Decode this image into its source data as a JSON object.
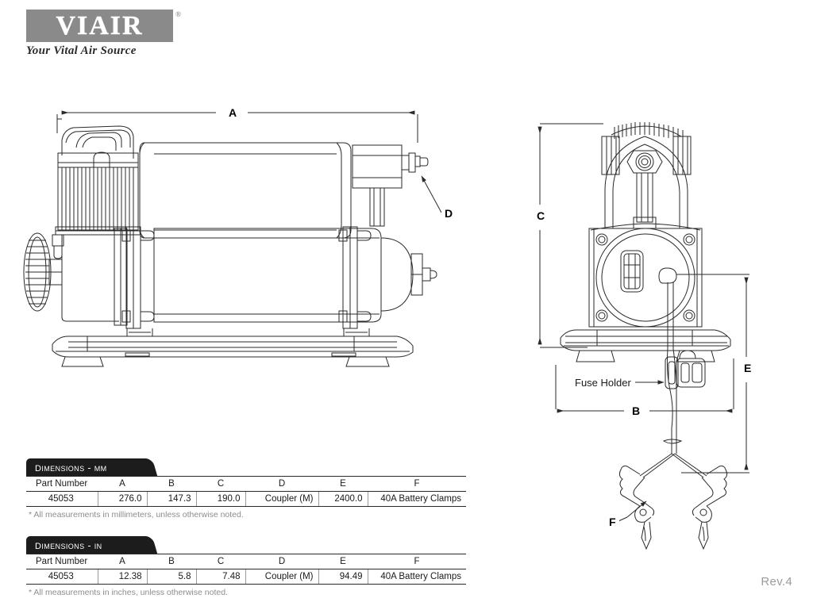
{
  "brand": {
    "wordmark": "VIAIR",
    "registered_symbol": "®",
    "tagline": "Your Vital Air Source"
  },
  "drawing": {
    "side_view": {
      "dimension_a_label": "A",
      "callout_d_label": "D"
    },
    "end_view": {
      "dimension_c_label": "C",
      "dimension_b_label": "B",
      "dimension_e_label": "E",
      "callout_f_label": "F",
      "fuse_holder_label": "Fuse Holder"
    }
  },
  "tables": [
    {
      "id": "mm",
      "tab_title": "Dimensions - MM",
      "columns": [
        "Part Number",
        "A",
        "B",
        "C",
        "D",
        "E",
        "F"
      ],
      "rows": [
        [
          "45053",
          "276.0",
          "147.3",
          "190.0",
          "Coupler (M)",
          "2400.0",
          "40A Battery Clamps"
        ]
      ],
      "note": "* All measurements in millimeters, unless otherwise noted."
    },
    {
      "id": "in",
      "tab_title": "Dimensions - IN",
      "columns": [
        "Part Number",
        "A",
        "B",
        "C",
        "D",
        "E",
        "F"
      ],
      "rows": [
        [
          "45053",
          "12.38",
          "5.8",
          "7.48",
          "Coupler (M)",
          "94.49",
          "40A Battery Clamps"
        ]
      ],
      "note": "* All measurements in inches, unless otherwise noted."
    }
  ],
  "footer": {
    "revision": "Rev.4"
  },
  "colors": {
    "line": "#2a2a2a",
    "logo_gray": "#8a8a8a",
    "tab_black": "#1c1c1c",
    "note_gray": "#8d8d8d",
    "revision_gray": "#9b9b9b"
  }
}
